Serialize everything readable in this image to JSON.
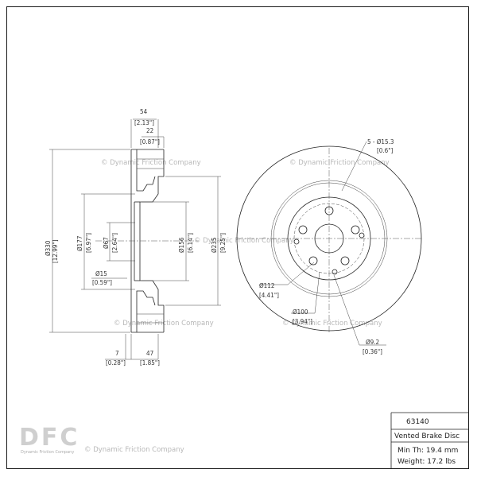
{
  "watermark": "© Dynamic Friction Company",
  "side_view": {
    "width_overall": {
      "mm": "54",
      "in": "[2.13\"]"
    },
    "hat_width": {
      "mm": "22",
      "in": "[0.87\"]"
    },
    "outer_diameter": {
      "mm": "Ø330",
      "in": "[12.99\"]"
    },
    "hat_diameter": {
      "mm": "Ø177",
      "in": "[6.97\"]"
    },
    "center_bore": {
      "mm": "Ø67",
      "in": "[2.64\"]"
    },
    "inner_diameter": {
      "mm": "Ø156",
      "in": "[6.14\"]"
    },
    "hat_outer": {
      "mm": "Ø235",
      "in": "[9.25\"]"
    },
    "bolt_hole_small": {
      "mm": "Ø15",
      "in": "[0.59\"]"
    },
    "offset_a": {
      "mm": "7",
      "in": "[0.28\"]"
    },
    "offset_b": {
      "mm": "47",
      "in": "[1.85\"]"
    }
  },
  "front_view": {
    "bolt_holes": {
      "mm": "5 - Ø15.3",
      "in": "[0.6\"]"
    },
    "bolt_circle": {
      "mm": "Ø112",
      "in": "[4.41\"]"
    },
    "aux_circle": {
      "mm": "Ø100",
      "in": "[3.94\"]"
    },
    "small_hole": {
      "mm": "Ø9.2",
      "in": "[0.36\"]"
    }
  },
  "logo": {
    "text": "DFC",
    "sub": "Dynamic Friction Company"
  },
  "title_block": {
    "part_number": "63140",
    "description": "Vented Brake Disc",
    "min_thickness": "Min Th: 19.4 mm",
    "weight": "Weight: 17.2 lbs"
  }
}
